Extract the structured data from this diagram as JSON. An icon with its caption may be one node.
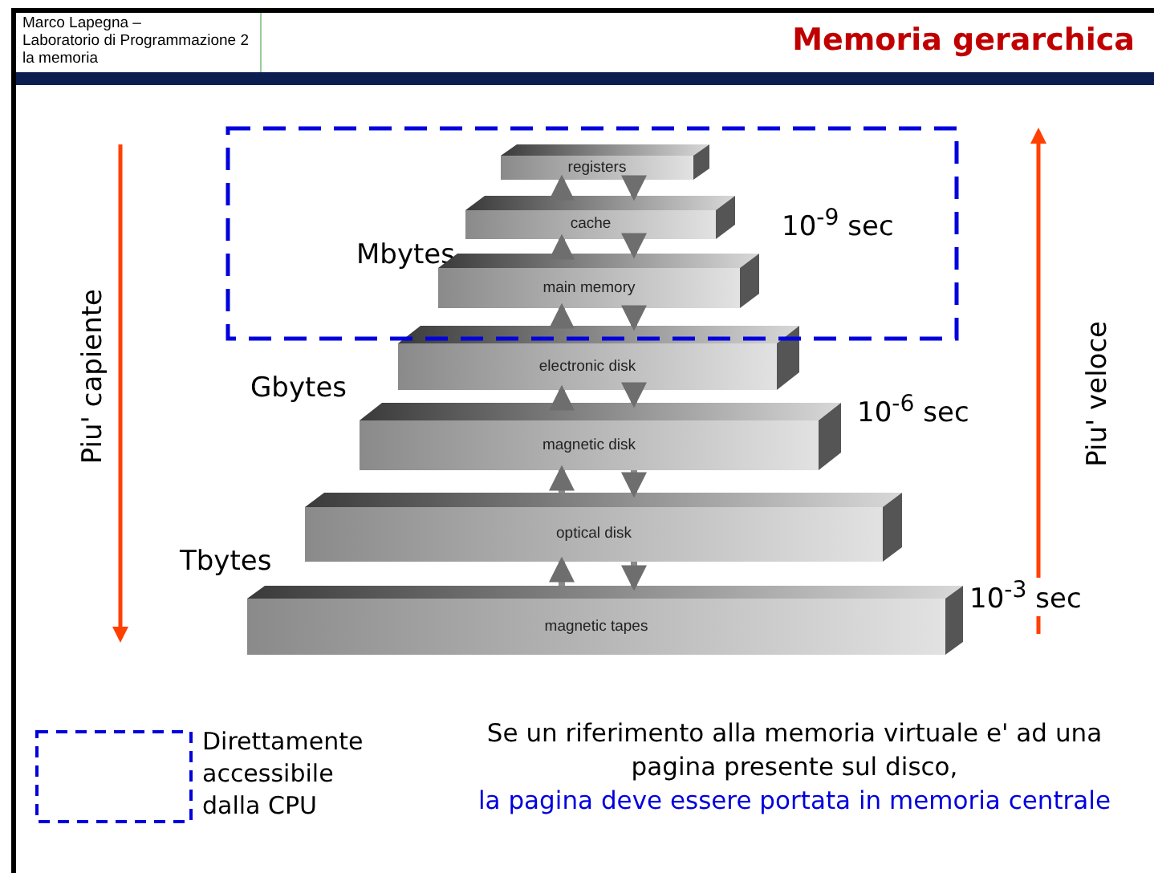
{
  "diagram": {
    "title": "Memoria gerarchica",
    "nodes": [
      {
        "text": [
          "registers"
        ]
      },
      {
        "text": [
          "cache"
        ]
      },
      {
        "text": [
          "main memory"
        ]
      },
      {
        "text": [
          "electronic disk"
        ]
      },
      {
        "text": [
          "magnetic disk"
        ]
      },
      {
        "text": [
          "optical disk"
        ]
      },
      {
        "text": [
          "magnetic tapes"
        ]
      }
    ],
    "edges": [
      {
        "from": 1,
        "to": 0,
        "arrow": "to"
      },
      {
        "from": 0,
        "to": 1,
        "arrow": "to"
      },
      {
        "from": 2,
        "to": 1,
        "arrow": "to"
      },
      {
        "from": 1,
        "to": 2,
        "arrow": "to"
      },
      {
        "from": 3,
        "to": 2,
        "arrow": "to"
      },
      {
        "from": 2,
        "to": 3,
        "arrow": "to"
      },
      {
        "from": 4,
        "to": 3,
        "arrow": "to"
      },
      {
        "from": 3,
        "to": 4,
        "arrow": "to"
      },
      {
        "from": 5,
        "to": 4,
        "arrow": "to"
      },
      {
        "from": 4,
        "to": 5,
        "arrow": "to"
      },
      {
        "from": 6,
        "to": 5,
        "arrow": "to"
      },
      {
        "from": 5,
        "to": 6,
        "arrow": "to"
      }
    ],
    "labels": [
      "Marco Lapegna –",
      "Laboratorio di Programmazione 2",
      "la memoria",
      "Mbytes",
      "10$^{-9}$ sec",
      "Piu' capiente",
      "Gbytes",
      "10$^{-6}$ sec",
      "Piu' veloce",
      "Tbytes",
      "10$^{-3}$ sec",
      "Se un riferimento alla memoria virtuale e' ad una pagina presente sul disco,",
      "la pagina  deve essere portata in memoria centrale"
    ],
    "legend": [
      {
        "text": "Direttamente accessibile dalla CPU"
      }
    ]
  }
}
